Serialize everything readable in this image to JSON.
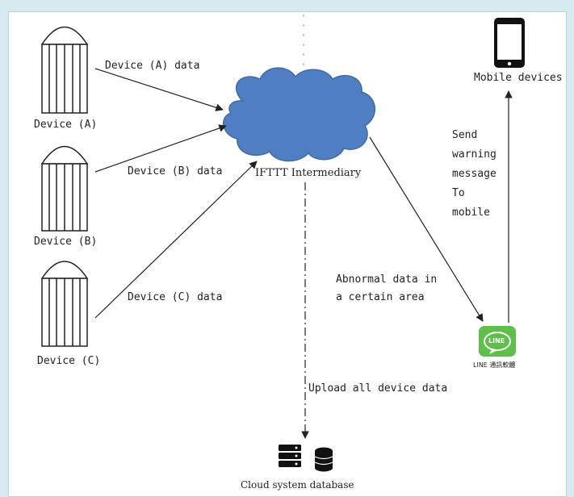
{
  "nodes": {
    "device_a": "Device (A)",
    "device_b": "Device (B)",
    "device_c": "Device (C)",
    "cloud": "IFTTT Intermediary",
    "mobile": "Mobile devices",
    "line_badge": "LINE",
    "line_caption": "LINE 通訊軟體",
    "database": "Cloud system database"
  },
  "edges": {
    "a_data": "Device (A) data",
    "b_data": "Device (B) data",
    "c_data": "Device (C) data",
    "abnormal_line1": "Abnormal data in",
    "abnormal_line2": "a certain area",
    "send_line1": "Send",
    "send_line2": "warning",
    "send_line3": "message",
    "send_line4": "To",
    "send_line5": "mobile",
    "upload": "Upload all device data"
  },
  "colors": {
    "background": "#d8eaf0",
    "cloud_fill": "#4f7ec2",
    "line_green": "#5ec04a",
    "ink": "#222222"
  }
}
